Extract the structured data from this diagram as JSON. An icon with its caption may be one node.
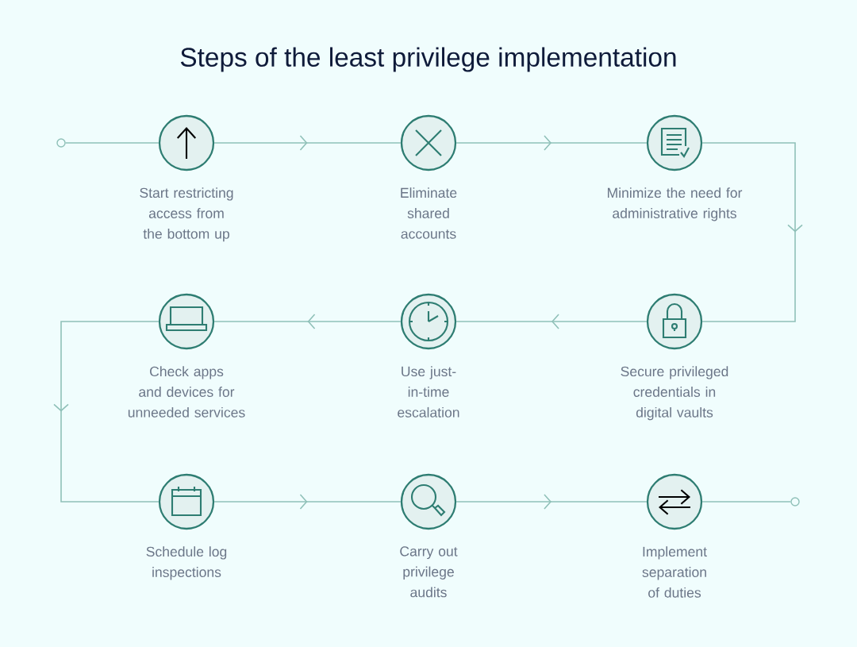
{
  "diagram": {
    "title": "Steps of the least privilege implementation",
    "nodes": [
      {
        "text": [],
        "shape": "circle"
      },
      {
        "text": [
          "Start restricting access from the bottom up"
        ]
      },
      {
        "text": [
          "Eliminate shared accounts"
        ]
      },
      {
        "text": [
          "Minimize the need for administrative rights"
        ]
      },
      {
        "text": [
          "Check apps and devices for unneeded services"
        ]
      },
      {
        "text": [
          "Use just-in-time escalation"
        ]
      },
      {
        "text": [
          "Secure privileged credentials in digital vaults"
        ]
      },
      {
        "text": [
          "Schedule log inspections"
        ]
      },
      {
        "text": [
          "Carry out privilege audits"
        ]
      },
      {
        "text": [
          "Implement separation of duties"
        ]
      },
      {
        "text": [],
        "shape": "circle"
      }
    ],
    "edges": [
      {
        "from": 0,
        "to": 1,
        "arrow": "none"
      },
      {
        "from": 1,
        "to": 2,
        "arrow": "to"
      },
      {
        "from": 2,
        "to": 3,
        "arrow": "to"
      },
      {
        "from": 3,
        "to": 6,
        "arrow": "to"
      },
      {
        "from": 6,
        "to": 5,
        "arrow": "to"
      },
      {
        "from": 5,
        "to": 4,
        "arrow": "to"
      },
      {
        "from": 4,
        "to": 7,
        "arrow": "to"
      },
      {
        "from": 7,
        "to": 8,
        "arrow": "to"
      },
      {
        "from": 8,
        "to": 9,
        "arrow": "to"
      },
      {
        "from": 9,
        "to": 10,
        "arrow": "none"
      }
    ]
  }
}
